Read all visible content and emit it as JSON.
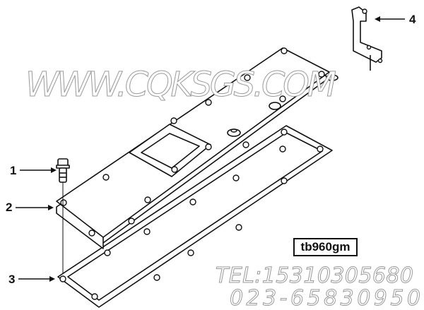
{
  "callouts": {
    "c1": "1",
    "c2": "2",
    "c3": "3",
    "c4": "4"
  },
  "drawing_code": "tb960gm",
  "watermark": {
    "url": "WWW.CQKSGS.COM",
    "tel": "TEL:15310305680",
    "phone": "023-65830950"
  }
}
